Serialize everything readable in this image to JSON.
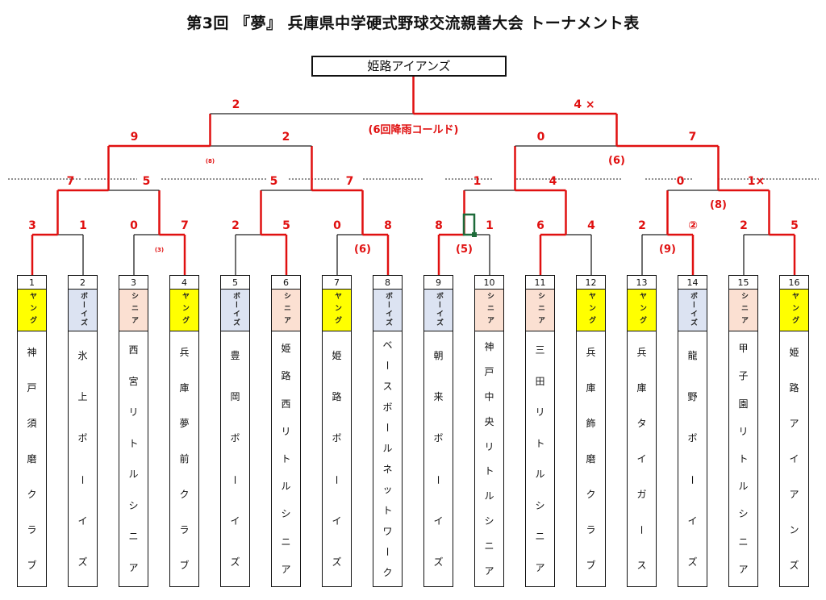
{
  "title": "第3回 『夢』 兵庫県中学硬式野球交流親善大会 トーナメント表",
  "champion": "姫路アイアンズ",
  "colors": {
    "win": "#e01010",
    "lose": "#222222",
    "young": "#ffff00",
    "boys": "#dce3f2",
    "senior": "#fbe0d2",
    "mark": "#1e6b3a"
  },
  "teams": [
    {
      "num": "1",
      "league": "ヤング",
      "league_type": "young",
      "name": "神戸須磨クラブ"
    },
    {
      "num": "2",
      "league": "ボーイズ",
      "league_type": "boys",
      "name": "氷上ボーイズ"
    },
    {
      "num": "3",
      "league": "シニア",
      "league_type": "senior",
      "name": "西宮リトルシニア"
    },
    {
      "num": "4",
      "league": "ヤング",
      "league_type": "young",
      "name": "兵庫夢前クラブ"
    },
    {
      "num": "5",
      "league": "ボーイズ",
      "league_type": "boys",
      "name": "豊岡ボーイズ"
    },
    {
      "num": "6",
      "league": "シニア",
      "league_type": "senior",
      "name": "姫路西リトルシニア"
    },
    {
      "num": "7",
      "league": "ヤング",
      "league_type": "young",
      "name": "姫路ボーイズ"
    },
    {
      "num": "8",
      "league": "ボーイズ",
      "league_type": "boys",
      "name": "ベースボールネットワーク"
    },
    {
      "num": "9",
      "league": "ボーイズ",
      "league_type": "boys",
      "name": "朝来ボーイズ"
    },
    {
      "num": "10",
      "league": "シニア",
      "league_type": "senior",
      "name": "神戸中央リトルシニア"
    },
    {
      "num": "11",
      "league": "シニア",
      "league_type": "senior",
      "name": "三田リトルシニア"
    },
    {
      "num": "12",
      "league": "ヤング",
      "league_type": "young",
      "name": "兵庫飾磨クラブ"
    },
    {
      "num": "13",
      "league": "ヤング",
      "league_type": "young",
      "name": "兵庫タイガース"
    },
    {
      "num": "14",
      "league": "ボーイズ",
      "league_type": "boys",
      "name": "龍野ボーイズ"
    },
    {
      "num": "15",
      "league": "シニア",
      "league_type": "senior",
      "name": "甲子園リトルシニア"
    },
    {
      "num": "16",
      "league": "ヤング",
      "league_type": "young",
      "name": "姫路アイアンズ"
    }
  ],
  "rounds": [
    [
      {
        "left": "3",
        "right": "1",
        "winner": "L"
      },
      {
        "left": "0",
        "right": "7",
        "winner": "R",
        "note": "(3)",
        "note_style": "small"
      },
      {
        "left": "2",
        "right": "5",
        "winner": "R"
      },
      {
        "left": "0",
        "right": "8",
        "winner": "R",
        "note": "(6)"
      },
      {
        "left": "8",
        "right": "1",
        "winner": "L",
        "note": "(5)"
      },
      {
        "left": "6",
        "right": "4",
        "winner": "L"
      },
      {
        "left": "2",
        "right": "②",
        "winner": "R",
        "note": "(9)"
      },
      {
        "left": "2",
        "right": "5",
        "winner": "R"
      }
    ],
    [
      {
        "left": "7",
        "right": "5",
        "winner": "L"
      },
      {
        "left": "5",
        "right": "7",
        "winner": "R"
      },
      {
        "left": "1",
        "right": "4",
        "winner": "R"
      },
      {
        "left": "0",
        "right": "1×",
        "winner": "R",
        "note": "(8)"
      }
    ],
    [
      {
        "left": "9",
        "right": "2",
        "winner": "L",
        "note": "(8)",
        "note_style": "small"
      },
      {
        "left": "0",
        "right": "7",
        "winner": "R",
        "note": "(6)"
      }
    ],
    [
      {
        "left": "2",
        "right": "4 ×",
        "winner": "R",
        "note": "(6回降雨コールド)"
      }
    ]
  ]
}
